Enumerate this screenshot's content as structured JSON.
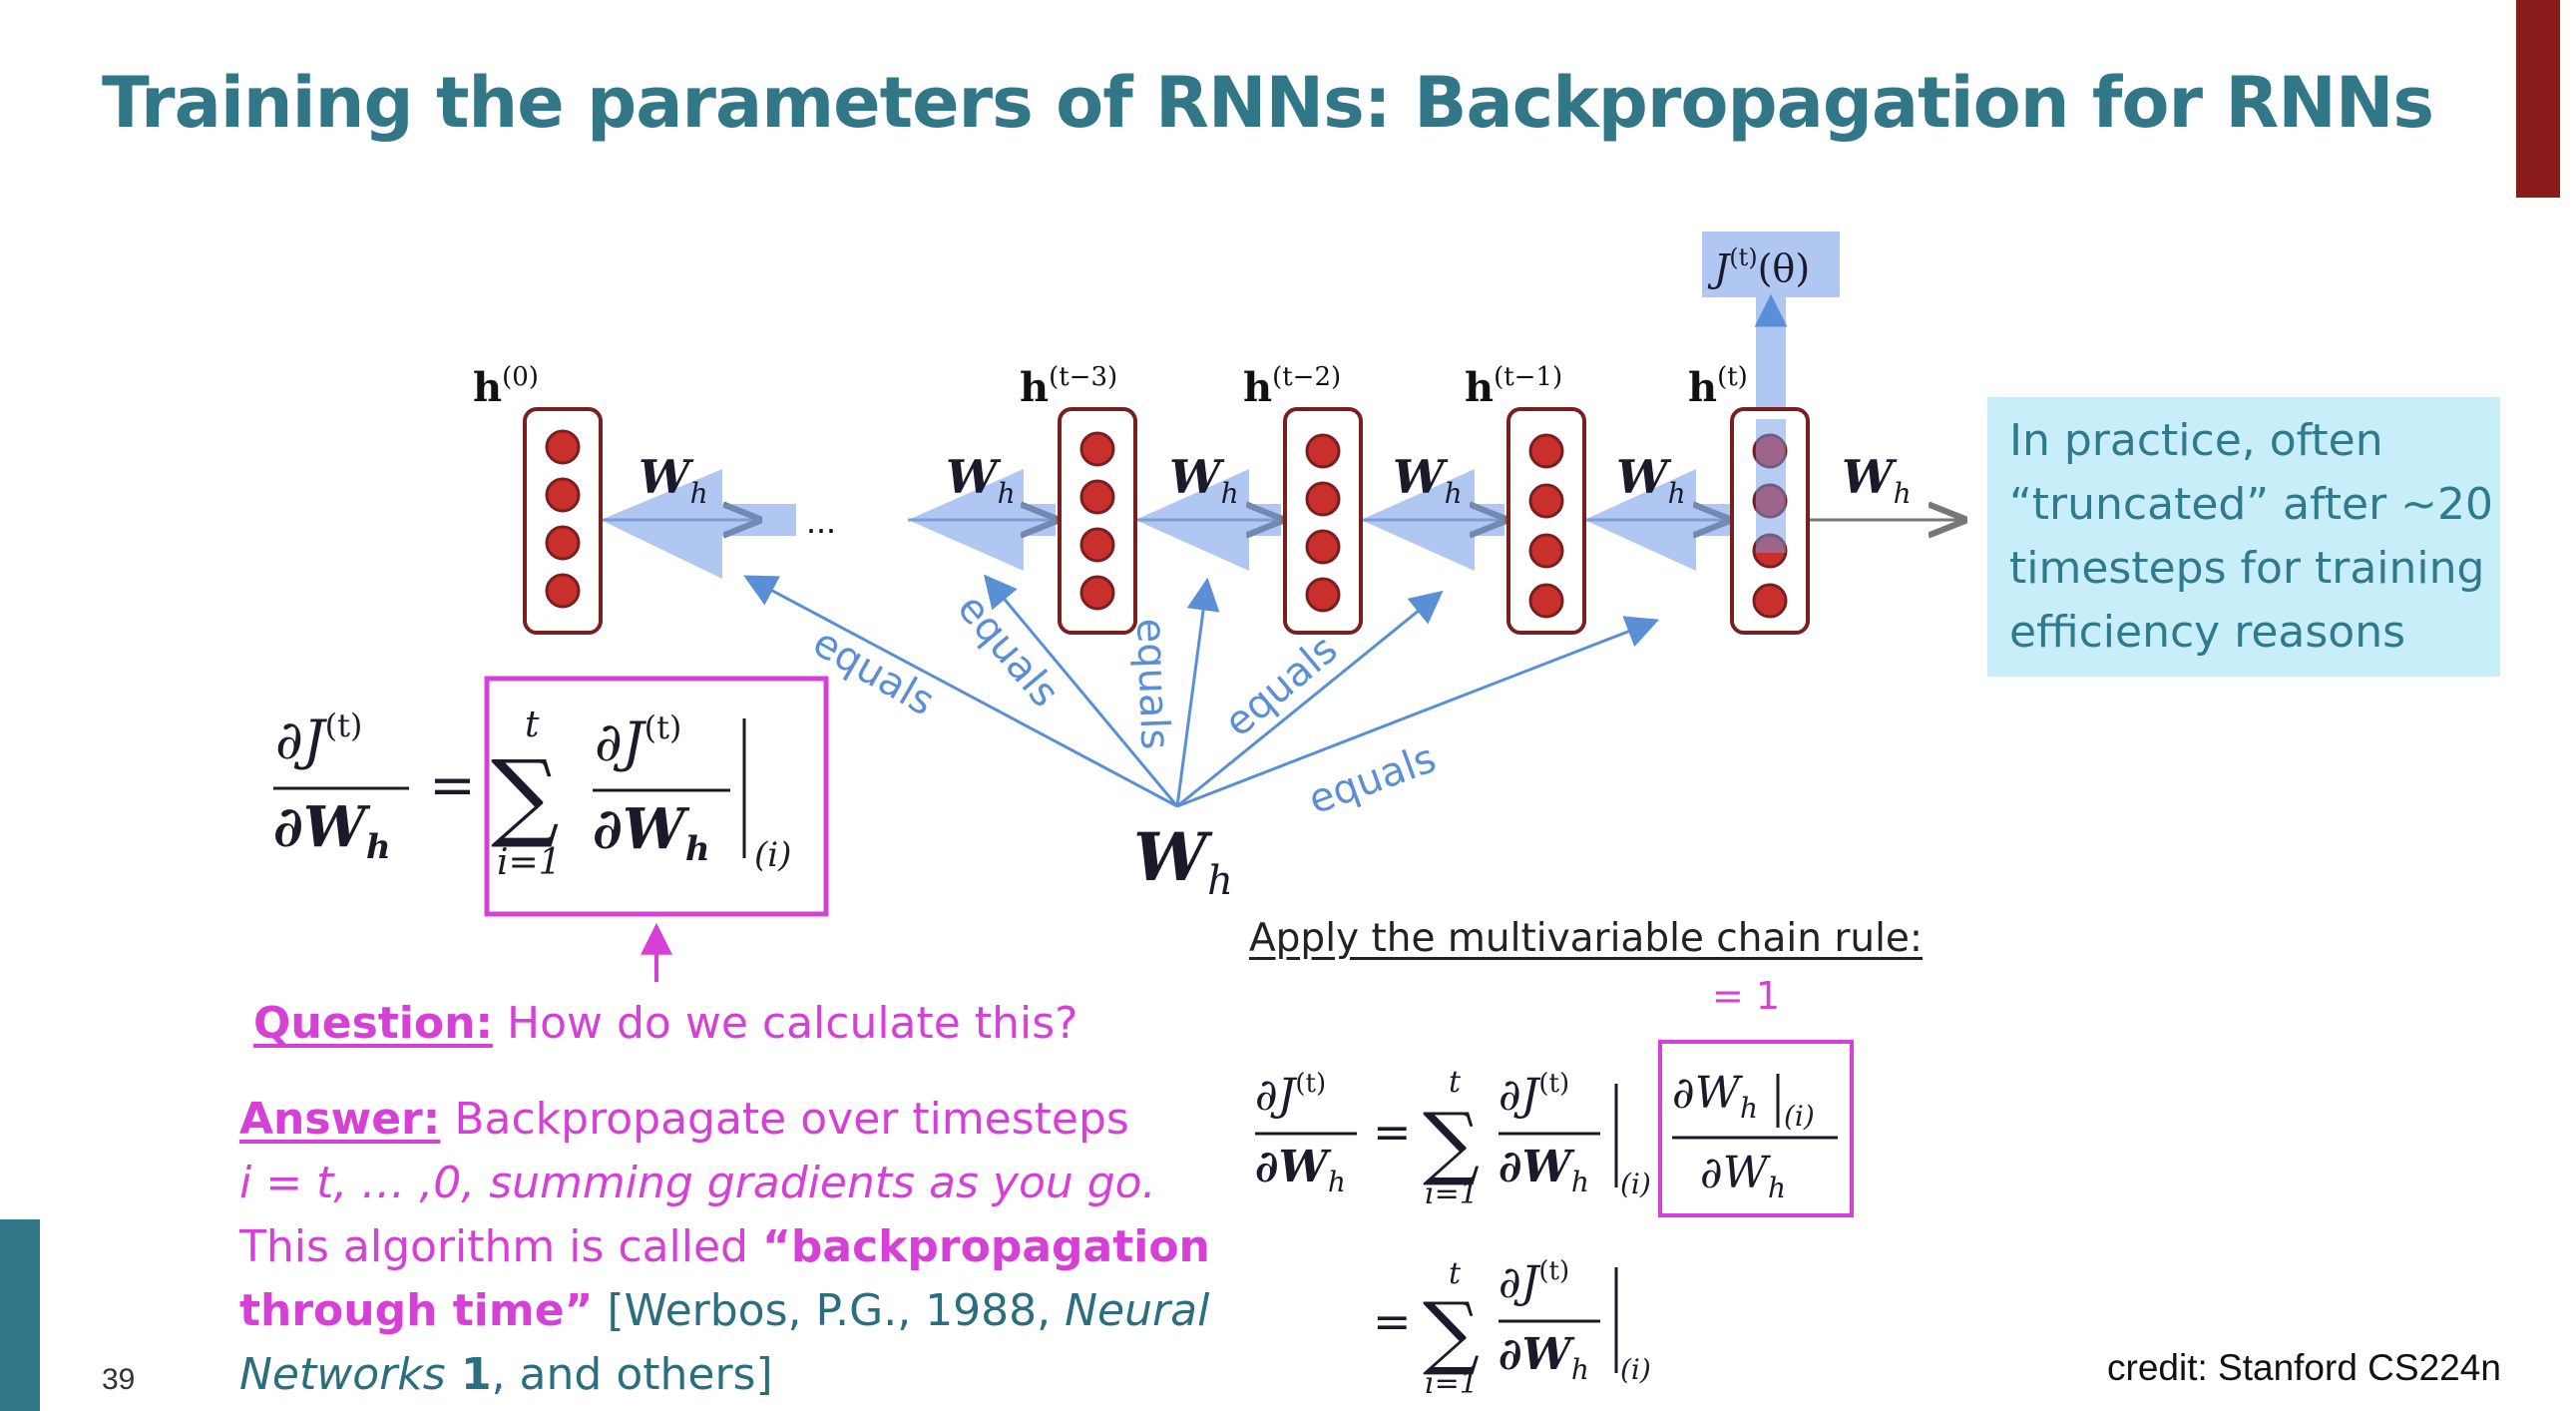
{
  "slide": {
    "title": "Training the parameters of RNNs: Backpropagation for RNNs",
    "page_number": "39",
    "credit": "credit: Stanford CS224n"
  },
  "colors": {
    "title": "#317788",
    "accent_magenta": "#d640d6",
    "arrow_blue": "#5a8fd6",
    "band_blue": "#6f9ae6",
    "node_red": "#c9302c",
    "cell_border": "#7a1f1f",
    "note_bg": "#c8eefa",
    "corner_bar": "#8a1c1c"
  },
  "diagram": {
    "hidden_labels": {
      "h0": {
        "base": "h",
        "sup": "(0)"
      },
      "h_t3": {
        "base": "h",
        "sup": "(t−3)"
      },
      "h_t2": {
        "base": "h",
        "sup": "(t−2)"
      },
      "h_t1": {
        "base": "h",
        "sup": "(t−1)"
      },
      "h_t": {
        "base": "h",
        "sup": "(t)"
      }
    },
    "weight": {
      "base": "W",
      "sub": "h"
    },
    "ellipsis": "...",
    "loss": {
      "base": "J",
      "sup": "(t)",
      "arg": "(θ)"
    },
    "equals_label": "equals"
  },
  "note": {
    "lines": [
      "In practice, often",
      "“truncated” after ~20",
      "timesteps for training",
      "efficiency reasons"
    ]
  },
  "equation_left": {
    "lhs_num": "∂J",
    "lhs_num_sup": "(t)",
    "lhs_den": "∂W",
    "lhs_den_sub": "h",
    "eq": "=",
    "sigma": "∑",
    "sum_top": "t",
    "sum_bottom": "i=1",
    "eval": "(i)"
  },
  "question": {
    "label": "Question:",
    "text": " How do we calculate this?"
  },
  "answer": {
    "label": "Answer:",
    "l1": " Backpropagate over timesteps",
    "l2": "i = t, … ,0, summing gradients as you go.",
    "l3a": "This algorithm is called ",
    "l3b": "“backpropagation",
    "l4a": "through time”",
    "l4b": " [Werbos, P.G., 1988, ",
    "l4c": "Neural",
    "l5a": "Networks",
    "l5b": " 1",
    "l5c": ", and others]"
  },
  "chain_rule": {
    "title": "Apply the multivariable chain rule:",
    "equals_one": "= 1",
    "boxed_num": "∂W",
    "boxed_den": "∂W"
  }
}
